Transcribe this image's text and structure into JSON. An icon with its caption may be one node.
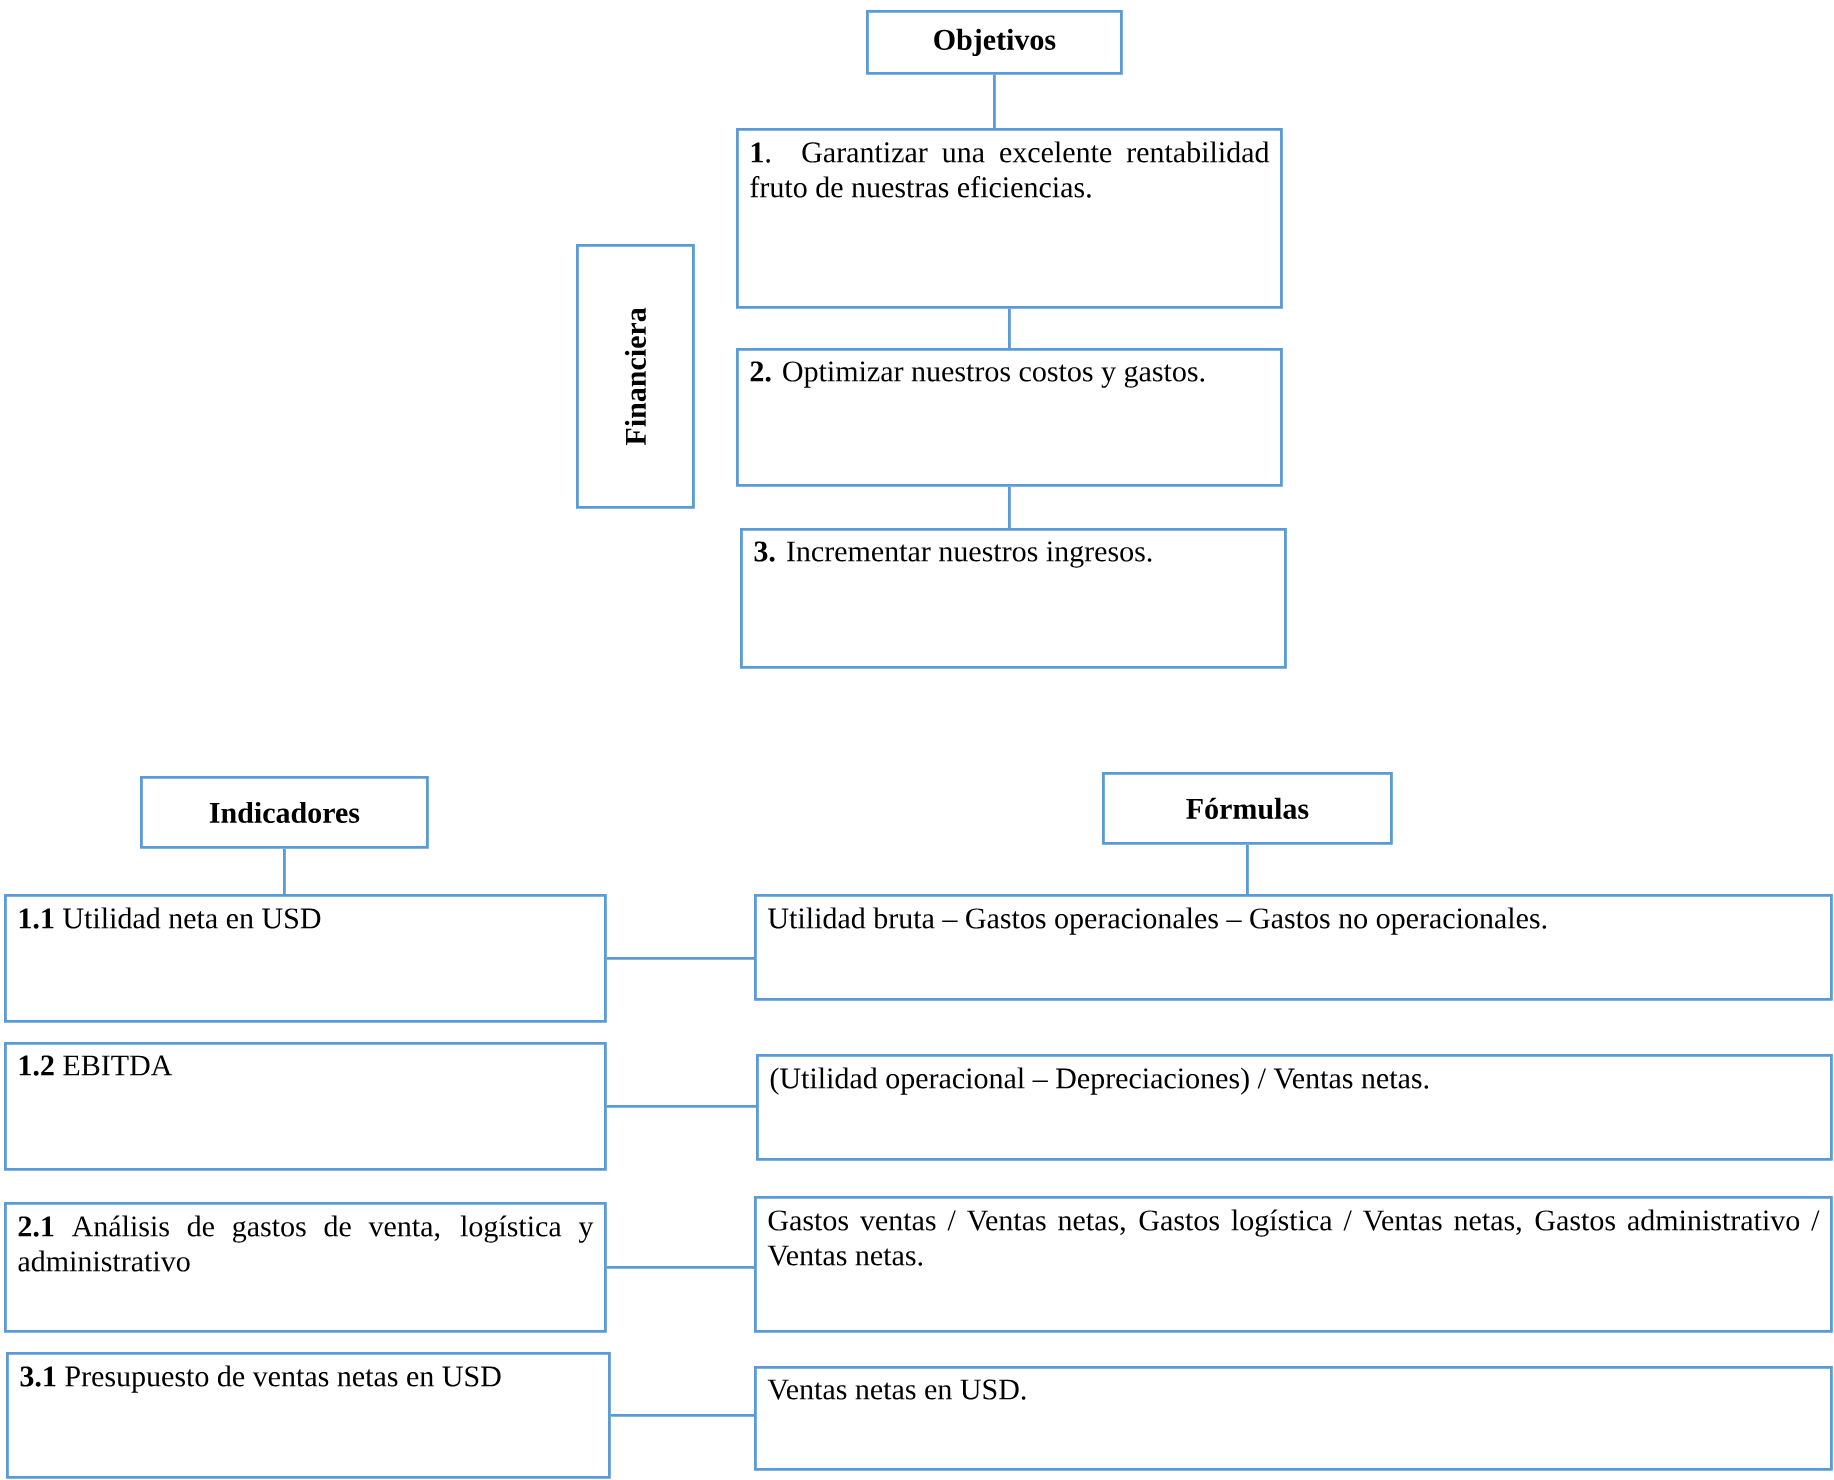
{
  "diagram": {
    "nodes": [
      {
        "text": [
          "Objetivos"
        ]
      },
      {
        "text": [
          "Financiera"
        ]
      },
      {
        "text": [
          "**1**. Garantizar una excelente rentabilidad fruto de nuestras eficiencias."
        ]
      },
      {
        "text": [
          "**2.** Optimizar nuestros costos y gastos."
        ]
      },
      {
        "text": [
          "**3.** Incrementar nuestros ingresos."
        ]
      },
      {
        "text": [
          "Indicadores"
        ]
      },
      {
        "text": [
          "Fórmulas"
        ]
      },
      {
        "text": [
          "**1.1** Utilidad neta en USD"
        ]
      },
      {
        "text": [
          "**1.2** EBITDA"
        ]
      },
      {
        "text": [
          "**2.1** Análisis de gastos de venta, logística y administrativo"
        ]
      },
      {
        "text": [
          "**3.1** Presupuesto de ventas netas en USD"
        ]
      },
      {
        "text": [
          "Utilidad bruta – Gastos operacionales – Gastos no operacionales."
        ]
      },
      {
        "text": [
          "(Utilidad operacional – Depreciaciones) / Ventas netas."
        ]
      },
      {
        "text": [
          "Gastos ventas / Ventas netas, Gastos logística / Ventas netas, Gastos administrativo / Ventas netas."
        ]
      },
      {
        "text": [
          "Ventas netas en USD."
        ]
      }
    ],
    "edges": [
      {
        "from": 0,
        "to": 2,
        "arrow": "none"
      },
      {
        "from": 2,
        "to": 3,
        "arrow": "none"
      },
      {
        "from": 3,
        "to": 4,
        "arrow": "none"
      },
      {
        "from": 5,
        "to": 7,
        "arrow": "none"
      },
      {
        "from": 6,
        "to": 11,
        "arrow": "none"
      },
      {
        "from": 7,
        "to": 11,
        "arrow": "none"
      },
      {
        "from": 8,
        "to": 12,
        "arrow": "none"
      },
      {
        "from": 9,
        "to": 13,
        "arrow": "none"
      },
      {
        "from": 10,
        "to": 14,
        "arrow": "none"
      }
    ]
  }
}
